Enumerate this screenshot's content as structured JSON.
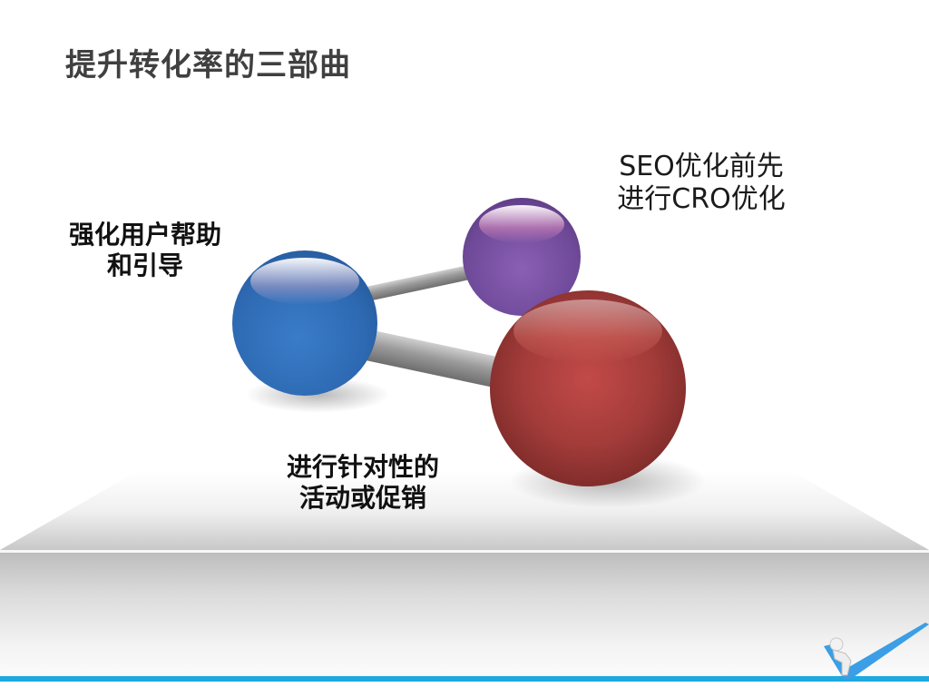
{
  "slide": {
    "title": "提升转化率的三部曲",
    "labels": {
      "blue_node": [
        "强化用户帮助",
        "和引导"
      ],
      "purple_node": [
        "SEO优化前先",
        "进行CRO优化"
      ],
      "red_node": [
        "进行针对性的",
        "活动或促销"
      ]
    },
    "nodes": [
      {
        "name": "blue-sphere",
        "color": "#2f6fbf"
      },
      {
        "name": "purple-sphere",
        "color": "#7b52a3"
      },
      {
        "name": "red-sphere",
        "color": "#9e3030"
      }
    ],
    "colors": {
      "title": "#404040",
      "accent_line": "#1fa9e1",
      "checkmark": "#3b9ee6"
    },
    "logo": "person-checkmark-icon"
  }
}
